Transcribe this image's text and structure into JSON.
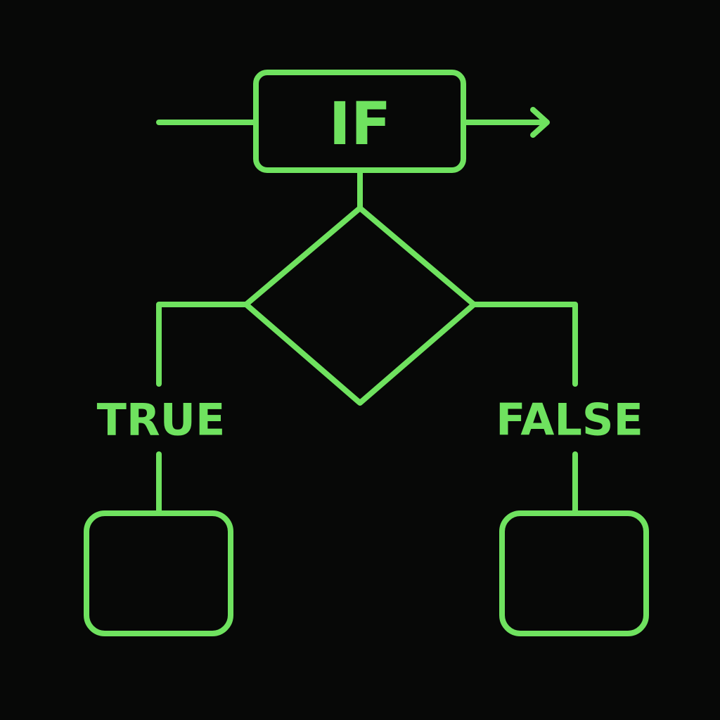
{
  "colors": {
    "background": "#070807",
    "stroke": "#6fe25f"
  },
  "nodes": {
    "if_box": {
      "label": "IF"
    },
    "true_label": "TRUE",
    "false_label": "FALSE"
  }
}
